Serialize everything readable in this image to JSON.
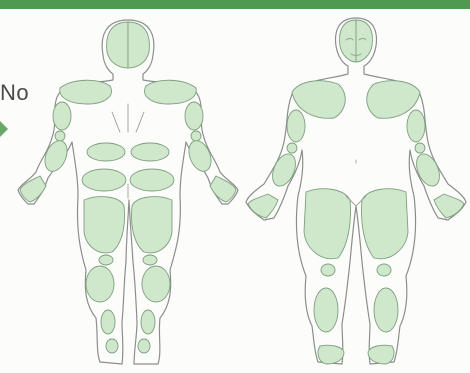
{
  "header": {
    "color": "#4e9a4e"
  },
  "side": {
    "label": "No",
    "marker_icon": "right-arrow-icon",
    "marker_color": "#6aa86a"
  },
  "diagram": {
    "region_fill": "#cfe8cc",
    "views": [
      "back-view",
      "front-view"
    ]
  }
}
